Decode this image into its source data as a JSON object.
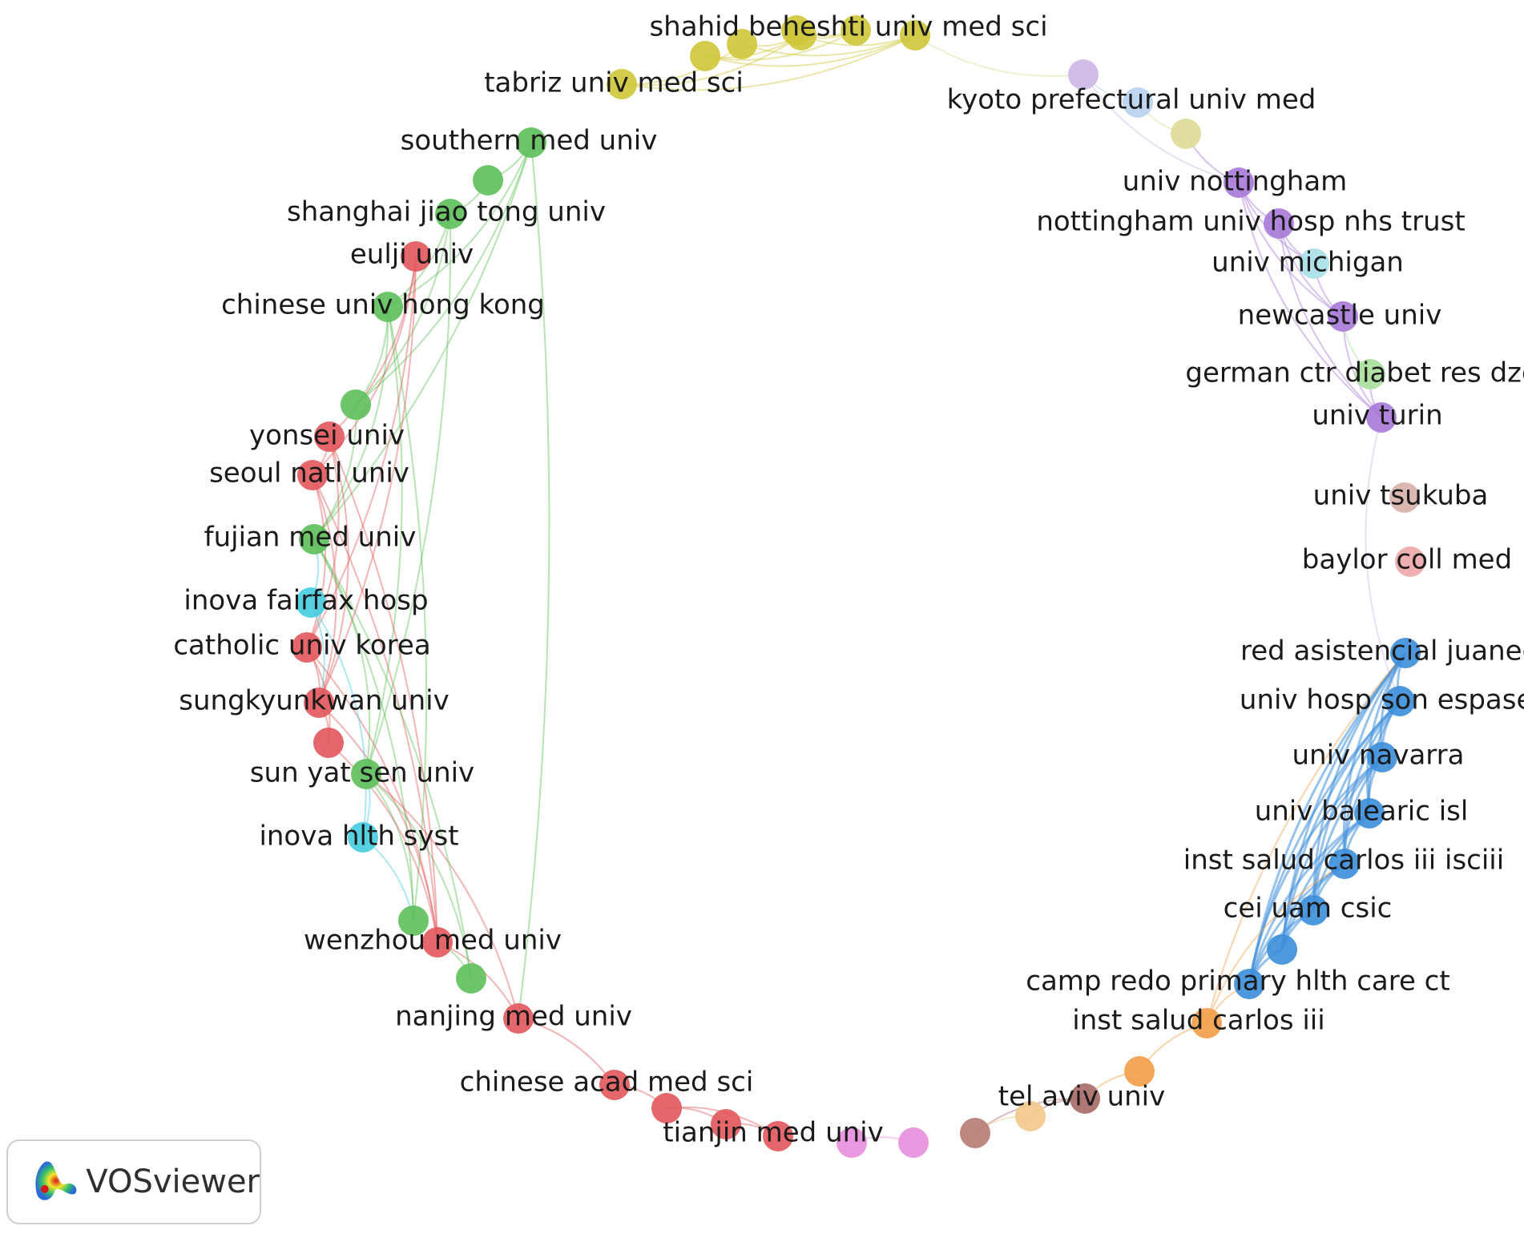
{
  "brand": {
    "name": "VOSviewer",
    "icon": "vosviewer-logo-icon"
  },
  "colors": {
    "red": "#e35a5e",
    "green": "#5fc05c",
    "yellow": "#cfc73c",
    "purple": "#a97bd9",
    "light_purple": "#cdb8e6",
    "light_blue": "#b9d2ee",
    "khaki": "#dedb98",
    "cyan": "#48cde0",
    "light_cyan": "#a9dfe8",
    "light_green": "#a9df9d",
    "dusty_pink": "#d8b1ab",
    "pink": "#eca8a8",
    "blue": "#3f8fdb",
    "orange": "#f2a04a",
    "peach": "#f2c98c",
    "brown": "#b77e75",
    "mauve": "#a96d68",
    "magenta": "#e690dc"
  },
  "nodes": [
    {
      "id": "shahid-beheshti",
      "label": "shahid beheshti univ med sci",
      "color": "yellow"
    },
    {
      "id": "tabriz",
      "label": "tabriz univ med sci",
      "color": "yellow"
    },
    {
      "id": "kyoto",
      "label": "kyoto prefectural univ med",
      "color": "light_blue"
    },
    {
      "id": "southern-med",
      "label": "southern med univ",
      "color": "green"
    },
    {
      "id": "shanghai-jiao-tong",
      "label": "shanghai jiao tong univ",
      "color": "green"
    },
    {
      "id": "eulji",
      "label": "eulji univ",
      "color": "red"
    },
    {
      "id": "cuhk",
      "label": "chinese univ hong kong",
      "color": "green"
    },
    {
      "id": "nottingham",
      "label": "univ nottingham",
      "color": "purple"
    },
    {
      "id": "nottingham-hosp",
      "label": "nottingham univ hosp nhs trust",
      "color": "purple"
    },
    {
      "id": "michigan",
      "label": "univ michigan",
      "color": "light_cyan"
    },
    {
      "id": "newcastle",
      "label": "newcastle univ",
      "color": "purple"
    },
    {
      "id": "german-ctr",
      "label": "german ctr diabet res dzd",
      "color": "light_green"
    },
    {
      "id": "turin",
      "label": "univ turin",
      "color": "purple"
    },
    {
      "id": "yonsei",
      "label": "yonsei univ",
      "color": "red"
    },
    {
      "id": "seoul-natl",
      "label": "seoul natl univ",
      "color": "red"
    },
    {
      "id": "fujian",
      "label": "fujian med univ",
      "color": "green"
    },
    {
      "id": "tsukuba",
      "label": "univ tsukuba",
      "color": "dusty_pink"
    },
    {
      "id": "baylor",
      "label": "baylor coll med",
      "color": "pink"
    },
    {
      "id": "inova-fairfax",
      "label": "inova fairfax hosp",
      "color": "cyan"
    },
    {
      "id": "catholic-korea",
      "label": "catholic univ korea",
      "color": "red"
    },
    {
      "id": "juaneda",
      "label": "red asistencial juaneda",
      "color": "blue"
    },
    {
      "id": "sungkyunkwan",
      "label": "sungkyunkwan univ",
      "color": "red"
    },
    {
      "id": "son-espases",
      "label": "univ hosp son espases",
      "color": "blue"
    },
    {
      "id": "navarra",
      "label": "univ navarra",
      "color": "blue"
    },
    {
      "id": "sun-yat-sen",
      "label": "sun yat sen univ",
      "color": "green"
    },
    {
      "id": "balearic",
      "label": "univ balearic isl",
      "color": "blue"
    },
    {
      "id": "inova-hlth",
      "label": "inova hlth syst",
      "color": "cyan"
    },
    {
      "id": "isciii",
      "label": "inst salud carlos iii isciii",
      "color": "blue"
    },
    {
      "id": "cei-uam",
      "label": "cei uam csic",
      "color": "blue"
    },
    {
      "id": "wenzhou",
      "label": "wenzhou med univ",
      "color": "red"
    },
    {
      "id": "camp-redo",
      "label": "camp redo primary hlth care ct",
      "color": "blue"
    },
    {
      "id": "nanjing",
      "label": "nanjing med univ",
      "color": "red"
    },
    {
      "id": "carlos-iii",
      "label": "inst salud carlos iii",
      "color": "orange"
    },
    {
      "id": "cams",
      "label": "chinese acad med sci",
      "color": "red"
    },
    {
      "id": "tel-aviv",
      "label": "tel aviv univ",
      "color": "mauve"
    },
    {
      "id": "tianjin",
      "label": "tianjin med univ",
      "color": "red"
    },
    {
      "id": "y1",
      "label": "",
      "color": "yellow"
    },
    {
      "id": "y2",
      "label": "",
      "color": "yellow"
    },
    {
      "id": "y3",
      "label": "",
      "color": "yellow"
    },
    {
      "id": "y4",
      "label": "",
      "color": "yellow"
    },
    {
      "id": "y5",
      "label": "",
      "color": "yellow"
    },
    {
      "id": "lp1",
      "label": "",
      "color": "light_purple"
    },
    {
      "id": "kh1",
      "label": "",
      "color": "khaki"
    },
    {
      "id": "g1",
      "label": "",
      "color": "green"
    },
    {
      "id": "g2",
      "label": "",
      "color": "green"
    },
    {
      "id": "r1",
      "label": "",
      "color": "red"
    },
    {
      "id": "g3",
      "label": "",
      "color": "green"
    },
    {
      "id": "g4",
      "label": "",
      "color": "green"
    },
    {
      "id": "b1",
      "label": "",
      "color": "blue"
    },
    {
      "id": "o1",
      "label": "",
      "color": "orange"
    },
    {
      "id": "r2",
      "label": "",
      "color": "red"
    },
    {
      "id": "r3",
      "label": "",
      "color": "red"
    },
    {
      "id": "pe1",
      "label": "",
      "color": "peach"
    },
    {
      "id": "br1",
      "label": "",
      "color": "brown"
    },
    {
      "id": "m1",
      "label": "",
      "color": "magenta"
    },
    {
      "id": "m2",
      "label": "",
      "color": "magenta"
    }
  ],
  "edges": [
    [
      "tabriz",
      "shahid-beheshti",
      "yellow"
    ],
    [
      "y1",
      "shahid-beheshti",
      "yellow"
    ],
    [
      "y2",
      "shahid-beheshti",
      "yellow"
    ],
    [
      "y3",
      "shahid-beheshti",
      "yellow"
    ],
    [
      "y4",
      "shahid-beheshti",
      "yellow"
    ],
    [
      "y5",
      "shahid-beheshti",
      "yellow"
    ],
    [
      "tabriz",
      "y5",
      "yellow"
    ],
    [
      "y1",
      "y5",
      "yellow"
    ],
    [
      "y2",
      "y5",
      "yellow"
    ],
    [
      "y3",
      "y4",
      "yellow"
    ],
    [
      "tabriz",
      "y2",
      "yellow"
    ],
    [
      "y1",
      "y4",
      "yellow"
    ],
    [
      "y5",
      "lp1",
      "khaki"
    ],
    [
      "lp1",
      "kyoto",
      "light_blue"
    ],
    [
      "kyoto",
      "kh1",
      "khaki"
    ],
    [
      "kh1",
      "nottingham",
      "purple"
    ],
    [
      "lp1",
      "nottingham",
      "light_purple"
    ],
    [
      "nottingham",
      "nottingham-hosp",
      "purple"
    ],
    [
      "nottingham",
      "newcastle",
      "purple"
    ],
    [
      "nottingham",
      "michigan",
      "purple"
    ],
    [
      "nottingham-hosp",
      "newcastle",
      "purple"
    ],
    [
      "nottingham-hosp",
      "michigan",
      "purple"
    ],
    [
      "michigan",
      "newcastle",
      "purple"
    ],
    [
      "newcastle",
      "turin",
      "purple"
    ],
    [
      "nottingham-hosp",
      "turin",
      "purple"
    ],
    [
      "nottingham",
      "turin",
      "purple"
    ],
    [
      "german-ctr",
      "turin",
      "purple"
    ],
    [
      "newcastle",
      "german-ctr",
      "light_green"
    ],
    [
      "turin",
      "son-espases",
      "light_purple"
    ],
    [
      "juaneda",
      "son-espases",
      "blue"
    ],
    [
      "juaneda",
      "navarra",
      "blue"
    ],
    [
      "juaneda",
      "balearic",
      "blue"
    ],
    [
      "juaneda",
      "isciii",
      "blue"
    ],
    [
      "juaneda",
      "cei-uam",
      "blue"
    ],
    [
      "juaneda",
      "b1",
      "blue"
    ],
    [
      "juaneda",
      "camp-redo",
      "blue"
    ],
    [
      "son-espases",
      "navarra",
      "blue"
    ],
    [
      "son-espases",
      "balearic",
      "blue"
    ],
    [
      "son-espases",
      "isciii",
      "blue"
    ],
    [
      "son-espases",
      "cei-uam",
      "blue"
    ],
    [
      "son-espases",
      "b1",
      "blue"
    ],
    [
      "son-espases",
      "camp-redo",
      "blue"
    ],
    [
      "navarra",
      "balearic",
      "blue"
    ],
    [
      "navarra",
      "isciii",
      "blue"
    ],
    [
      "navarra",
      "cei-uam",
      "blue"
    ],
    [
      "navarra",
      "b1",
      "blue"
    ],
    [
      "navarra",
      "camp-redo",
      "blue"
    ],
    [
      "balearic",
      "isciii",
      "blue"
    ],
    [
      "balearic",
      "cei-uam",
      "blue"
    ],
    [
      "balearic",
      "b1",
      "blue"
    ],
    [
      "balearic",
      "camp-redo",
      "blue"
    ],
    [
      "isciii",
      "cei-uam",
      "blue"
    ],
    [
      "isciii",
      "b1",
      "blue"
    ],
    [
      "isciii",
      "camp-redo",
      "blue"
    ],
    [
      "cei-uam",
      "b1",
      "blue"
    ],
    [
      "cei-uam",
      "camp-redo",
      "blue"
    ],
    [
      "b1",
      "camp-redo",
      "blue"
    ],
    [
      "carlos-iii",
      "camp-redo",
      "orange"
    ],
    [
      "carlos-iii",
      "juaneda",
      "orange"
    ],
    [
      "carlos-iii",
      "isciii",
      "orange"
    ],
    [
      "carlos-iii",
      "o1",
      "orange"
    ],
    [
      "o1",
      "tel-aviv",
      "orange"
    ],
    [
      "tel-aviv",
      "pe1",
      "mauve"
    ],
    [
      "tel-aviv",
      "br1",
      "mauve"
    ],
    [
      "pe1",
      "br1",
      "peach"
    ],
    [
      "m1",
      "m2",
      "magenta"
    ],
    [
      "tianjin",
      "r3",
      "red"
    ],
    [
      "tianjin",
      "r2",
      "red"
    ],
    [
      "r3",
      "r2",
      "red"
    ],
    [
      "r2",
      "cams",
      "red"
    ],
    [
      "cams",
      "nanjing",
      "red"
    ],
    [
      "nanjing",
      "wenzhou",
      "red"
    ],
    [
      "nanjing",
      "sun-yat-sen",
      "red"
    ],
    [
      "wenzhou",
      "g4",
      "green"
    ],
    [
      "wenzhou",
      "sungkyunkwan",
      "red"
    ],
    [
      "wenzhou",
      "seoul-natl",
      "red"
    ],
    [
      "g3",
      "sun-yat-sen",
      "green"
    ],
    [
      "g3",
      "fujian",
      "green"
    ],
    [
      "g4",
      "sun-yat-sen",
      "green"
    ],
    [
      "g4",
      "fujian",
      "green"
    ],
    [
      "sun-yat-sen",
      "fujian",
      "green"
    ],
    [
      "sun-yat-sen",
      "cuhk",
      "green"
    ],
    [
      "sun-yat-sen",
      "shanghai-jiao-tong",
      "green"
    ],
    [
      "fujian",
      "g2",
      "green"
    ],
    [
      "fujian",
      "cuhk",
      "green"
    ],
    [
      "fujian",
      "southern-med",
      "green"
    ],
    [
      "g2",
      "cuhk",
      "green"
    ],
    [
      "g2",
      "shanghai-jiao-tong",
      "green"
    ],
    [
      "g2",
      "southern-med",
      "green"
    ],
    [
      "cuhk",
      "shanghai-jiao-tong",
      "green"
    ],
    [
      "shanghai-jiao-tong",
      "g1",
      "green"
    ],
    [
      "g1",
      "southern-med",
      "green"
    ],
    [
      "cuhk",
      "southern-med",
      "green"
    ],
    [
      "cuhk",
      "g3",
      "green"
    ],
    [
      "nanjing",
      "southern-med",
      "green"
    ],
    [
      "yonsei",
      "seoul-natl",
      "red"
    ],
    [
      "yonsei",
      "eulji",
      "red"
    ],
    [
      "seoul-natl",
      "eulji",
      "red"
    ],
    [
      "yonsei",
      "catholic-korea",
      "red"
    ],
    [
      "seoul-natl",
      "catholic-korea",
      "red"
    ],
    [
      "catholic-korea",
      "sungkyunkwan",
      "red"
    ],
    [
      "sungkyunkwan",
      "r1",
      "red"
    ],
    [
      "r1",
      "catholic-korea",
      "red"
    ],
    [
      "yonsei",
      "sungkyunkwan",
      "red"
    ],
    [
      "seoul-natl",
      "sungkyunkwan",
      "red"
    ],
    [
      "eulji",
      "catholic-korea",
      "red"
    ],
    [
      "eulji",
      "sungkyunkwan",
      "red"
    ],
    [
      "r1",
      "wenzhou",
      "red"
    ],
    [
      "catholic-korea",
      "wenzhou",
      "red"
    ],
    [
      "yonsei",
      "wenzhou",
      "red"
    ],
    [
      "inova-fairfax",
      "inova-hlth",
      "cyan"
    ],
    [
      "inova-fairfax",
      "sungkyunkwan",
      "cyan"
    ],
    [
      "inova-hlth",
      "sun-yat-sen",
      "cyan"
    ],
    [
      "inova-hlth",
      "g3",
      "cyan"
    ],
    [
      "inova-fairfax",
      "fujian",
      "cyan"
    ]
  ]
}
